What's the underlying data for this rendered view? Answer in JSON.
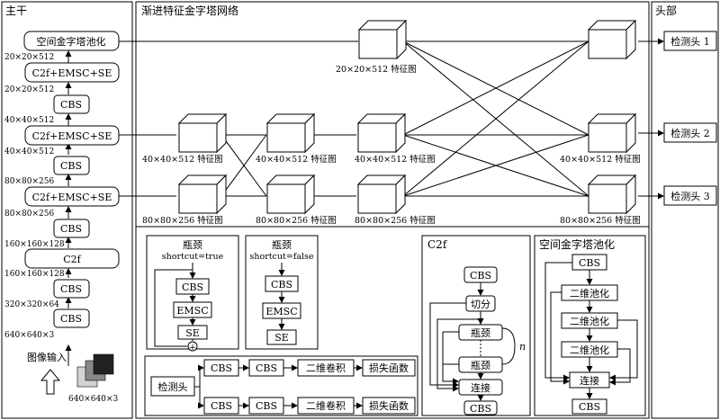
{
  "sections": {
    "backbone": "主干",
    "pyramid": "渐进特征金字塔网络",
    "head": "头部"
  },
  "backbone": {
    "spp": "空间金字塔池化",
    "c2f_emsc_se": "C2f+EMSC+SE",
    "cbs": "CBS",
    "c2f": "C2f",
    "input_label": "图像输入",
    "input_size": "640×640×3",
    "dims": [
      "20×20×512",
      "20×20×512",
      "40×40×512",
      "40×40×512",
      "80×80×256",
      "80×80×256",
      "160×160×128",
      "160×160×128",
      "320×320×64",
      "640×640×3"
    ]
  },
  "pyramid": {
    "feature_labels": [
      "20×20×512 特征图",
      "40×40×512 特征图",
      "40×40×512 特征图",
      "40×40×512 特征图",
      "40×40×512 特征图",
      "80×80×256 特征图",
      "80×80×256 特征图",
      "80×80×256 特征图",
      "80×80×256 特征图"
    ]
  },
  "heads": [
    "检测头 1",
    "检测头 2",
    "检测头 3"
  ],
  "bottleneck_true": {
    "title": "瓶颈",
    "subtitle": "shortcut=true",
    "steps": [
      "CBS",
      "EMSC",
      "SE"
    ],
    "add": "+"
  },
  "bottleneck_false": {
    "title": "瓶颈",
    "subtitle": "shortcut=false",
    "steps": [
      "CBS",
      "EMSC",
      "SE"
    ]
  },
  "detect_head": {
    "label": "检测头",
    "row": [
      "CBS",
      "CBS",
      "二维卷积",
      "损失函数"
    ]
  },
  "c2f_detail": {
    "title": "C2f",
    "steps": [
      "CBS",
      "切分",
      "瓶颈",
      "瓶颈",
      "连接",
      "CBS"
    ],
    "n": "n"
  },
  "spp_detail": {
    "title": "空间金字塔池化",
    "steps": [
      "CBS",
      "二维池化",
      "二维池化",
      "二维池化",
      "连接",
      "CBS"
    ]
  }
}
